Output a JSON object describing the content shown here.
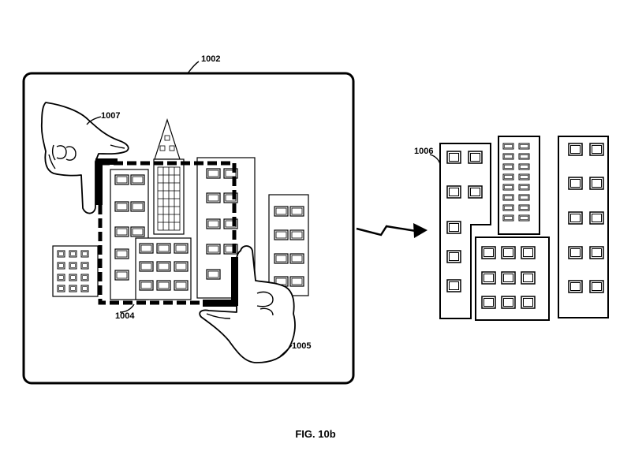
{
  "labels": {
    "device": "1002",
    "selection": "1004",
    "hand_right": "1005",
    "result": "1006",
    "hand_left": "1007"
  },
  "caption": "FIG. 10b"
}
